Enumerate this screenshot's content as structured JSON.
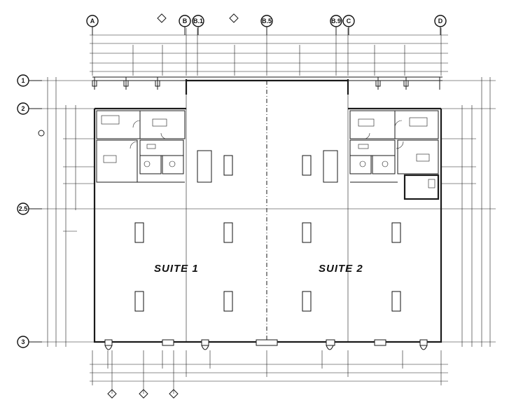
{
  "column_grid": [
    "A",
    "B",
    "B.1",
    "B.5",
    "B.9",
    "C",
    "D"
  ],
  "row_grid": [
    "1",
    "2",
    "2.5",
    "3"
  ],
  "suites": [
    {
      "label": "SUITE 1"
    },
    {
      "label": "SUITE 2"
    }
  ]
}
